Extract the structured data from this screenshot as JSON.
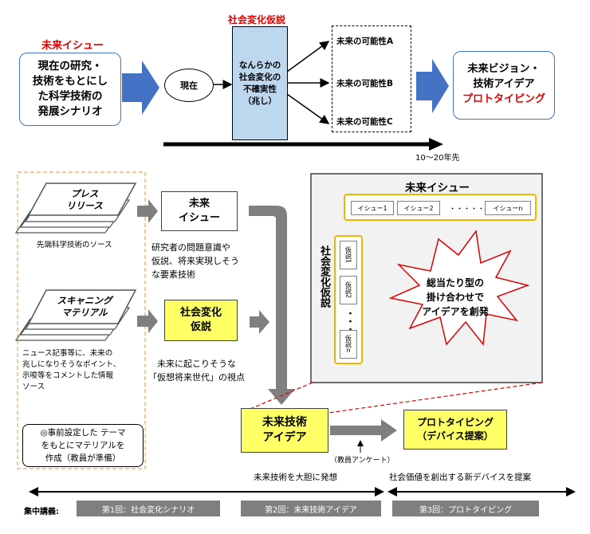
{
  "top": {
    "left_label": "未来イシュー",
    "left_box": "現在の研究・\n技術をもとにし\nた科学技術の\n発展シナリオ",
    "present": "現在",
    "center_label": "社会変化仮説",
    "center_box": "なんらかの\n社会変化の\n不確実性\n（兆し）",
    "possibilities": [
      "未来の可能性A",
      "未来の可能性B",
      "未来の可能性C"
    ],
    "timeline": "10～20年先",
    "vision_line1": "未来ビジョン・",
    "vision_line2": "技術アイデア",
    "vision_line3": "プロトタイピング"
  },
  "bottom": {
    "press": "プレス\nリリース",
    "press_caption": "先端科学技術のソース",
    "scan": "スキャニング\nマテリアル",
    "scan_caption": "ニュース記事等に、未来の\n兆しになりそうなポイント、\n示唆等をコメントした情報\nソース",
    "teacher_note": "◎事前設定した テーマ\nをもとにマテリアルを\n作成（教員が準備）",
    "issue_box": "未来\nイシュー",
    "issue_caption": "研究者の問題意識や\n仮説、将来実現しそう\nな要素技術",
    "hypo_box": "社会変化\n仮説",
    "hypo_caption": "未来に起こりそうな\n「仮想将来世代」の視点",
    "matrix_title": "未来イシュー",
    "matrix_issues": [
      "イシュー1",
      "イシュー2",
      "・・・・・",
      "イシューn"
    ],
    "matrix_side": "社会変化仮説",
    "matrix_hypos": [
      "仮説1",
      "仮説2",
      "・・・",
      "仮説ｎ"
    ],
    "burst": "総当たり型の\n掛け合わせで\nアイデアを創発",
    "tech_idea": "未来技術\nアイデア",
    "survey": "（教員アンケート）",
    "proto": "プロトタイピング\n（デバイス提案）",
    "caption_left": "未来技術を大胆に発想",
    "caption_right": "社会価値を創出する新デバイスを提案",
    "footer_label": "集中講義:",
    "sessions": [
      "第1回：社会変化シナリオ",
      "第2回：未来技術アイデア",
      "第3回：プロトタイピング"
    ]
  },
  "colors": {
    "blue_arrow": "#4472c4",
    "light_blue": "#bdd7ee",
    "yellow": "#ffff66",
    "gold_border": "#f0b400",
    "red": "#e00000",
    "gray_arrow": "#7f7f7f",
    "orange_dash": "#f4a460"
  }
}
